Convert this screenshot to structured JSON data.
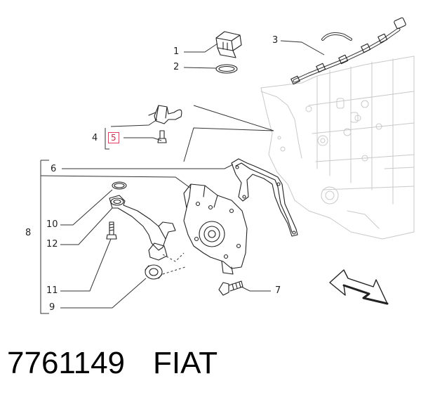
{
  "callouts": {
    "c1": "1",
    "c2": "2",
    "c3": "3",
    "c4": "4",
    "c5": "5",
    "c6": "6",
    "c7": "7",
    "c8": "8",
    "c9": "9",
    "c10": "10",
    "c11": "11",
    "c12": "12"
  },
  "highlight_color": "#e53b5e",
  "footer": {
    "part_number": "7761149",
    "brand": "FIAT"
  }
}
